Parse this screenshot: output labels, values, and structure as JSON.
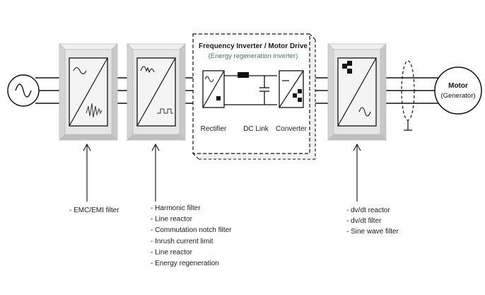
{
  "inverter": {
    "title": "Frequency Inverter / Motor Drive",
    "subtitle": "(Energy regeneration inverter)",
    "stages": {
      "rectifier": "Rectifier",
      "dc_link": "DC Link",
      "converter": "Converter"
    }
  },
  "motor": {
    "label": "Motor",
    "sublabel": "(Generator)"
  },
  "filters": {
    "emc": [
      "- EMC/EMI filter"
    ],
    "input": [
      "- Harmonic filter",
      "- Line reactor",
      "- Commutation notch filter",
      "- Inrush current limit",
      "- Line reactor",
      "- Energy regeneration"
    ],
    "output": [
      "- dv/dt reactor",
      "- dv/dt filter",
      "- Sine wave filter"
    ]
  },
  "icons": {
    "source": "ac-source-icon",
    "emc_filter": "emc-filter-icon",
    "harmonic_filter": "harmonic-filter-icon",
    "rectifier": "rectifier-icon",
    "dc_link": "dc-link-capacitor-icon",
    "converter": "converter-icon",
    "output_filter": "sine-filter-icon",
    "cable": "shielded-cable-icon",
    "motor": "motor-icon"
  },
  "colors": {
    "line": "#111111",
    "box_front": "#e3e3e3",
    "box_side": "#cdcdcd",
    "box_inner": "#f7f7f7",
    "accent_text": "#2e7d6b"
  }
}
